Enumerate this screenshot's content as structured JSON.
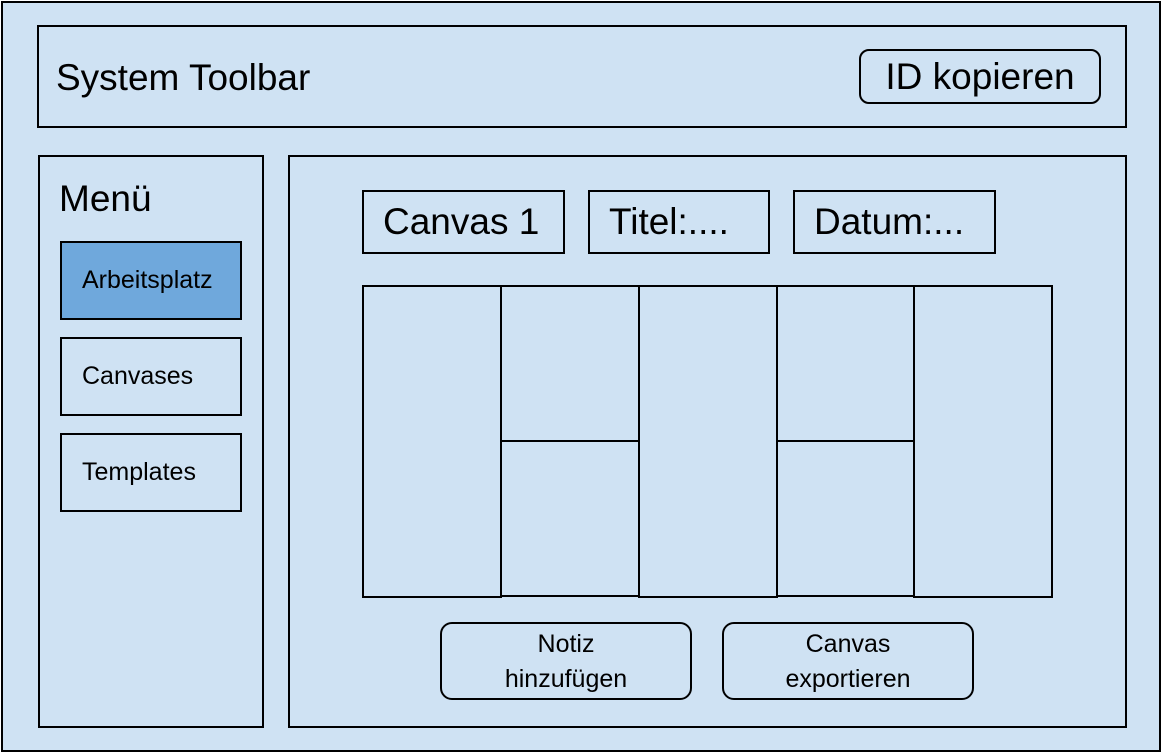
{
  "toolbar": {
    "title": "System Toolbar",
    "copy_id_label": "ID kopieren"
  },
  "sidebar": {
    "title": "Menü",
    "items": [
      {
        "label": "Arbeitsplatz",
        "active": true
      },
      {
        "label": "Canvases",
        "active": false
      },
      {
        "label": "Templates",
        "active": false
      }
    ]
  },
  "main": {
    "fields": {
      "canvas_name": "Canvas 1",
      "title": "Titel:....",
      "date": "Datum:..."
    },
    "actions": {
      "add_note_line1": "Notiz",
      "add_note_line2": "hinzufügen",
      "export_line1": "Canvas",
      "export_line2": "exportieren"
    }
  },
  "colors": {
    "background": "#cfe2f3",
    "active_item": "#6fa8dc",
    "border": "#000000"
  }
}
